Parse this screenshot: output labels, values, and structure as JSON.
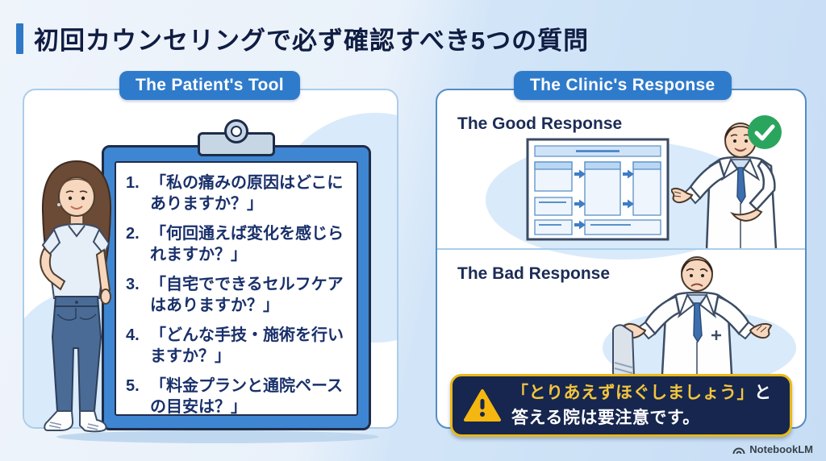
{
  "title": {
    "text": "初回カウンセリングで必ず確認すべき5つの質問"
  },
  "left_panel": {
    "badge": "The Patient's Tool",
    "questions": [
      {
        "num": "1.",
        "text": "「私の痛みの原因はどこにありますか？」"
      },
      {
        "num": "2.",
        "text": "「何回通えば変化を感じられますか？」"
      },
      {
        "num": "3.",
        "text": "「自宅でできるセルフケアはありますか？」"
      },
      {
        "num": "4.",
        "text": "「どんな手技・施術を行いますか？」"
      },
      {
        "num": "5.",
        "text": "「料金プランと通院ペースの目安は？」"
      }
    ]
  },
  "right_panel": {
    "badge": "The Clinic's Response",
    "good_heading": "The Good Response",
    "bad_heading": "The Bad Response",
    "warning": {
      "highlight": "「とりあえずほぐしましょう」",
      "tail": "と",
      "line2": "答える院は要注意です。"
    }
  },
  "footer": {
    "brand": "NotebookLM"
  },
  "icons": {
    "check": "green-check-circle",
    "warning": "yellow-warning-triangle",
    "brand_logo": "notebooklm-arc-logo"
  },
  "colors": {
    "title_accent": "#2e78c7",
    "badge_blue": "#2f7bcb",
    "clipboard_blue": "#3f86d2",
    "question_navy": "#19306b",
    "warning_bg_navy": "#16264f",
    "warning_border_yellow": "#e9b915",
    "warning_highlight_yellow": "#f2c53d",
    "check_green": "#2aa55e",
    "bg_left": "#e9f1fa",
    "bg_right": "#c7ddf4"
  }
}
